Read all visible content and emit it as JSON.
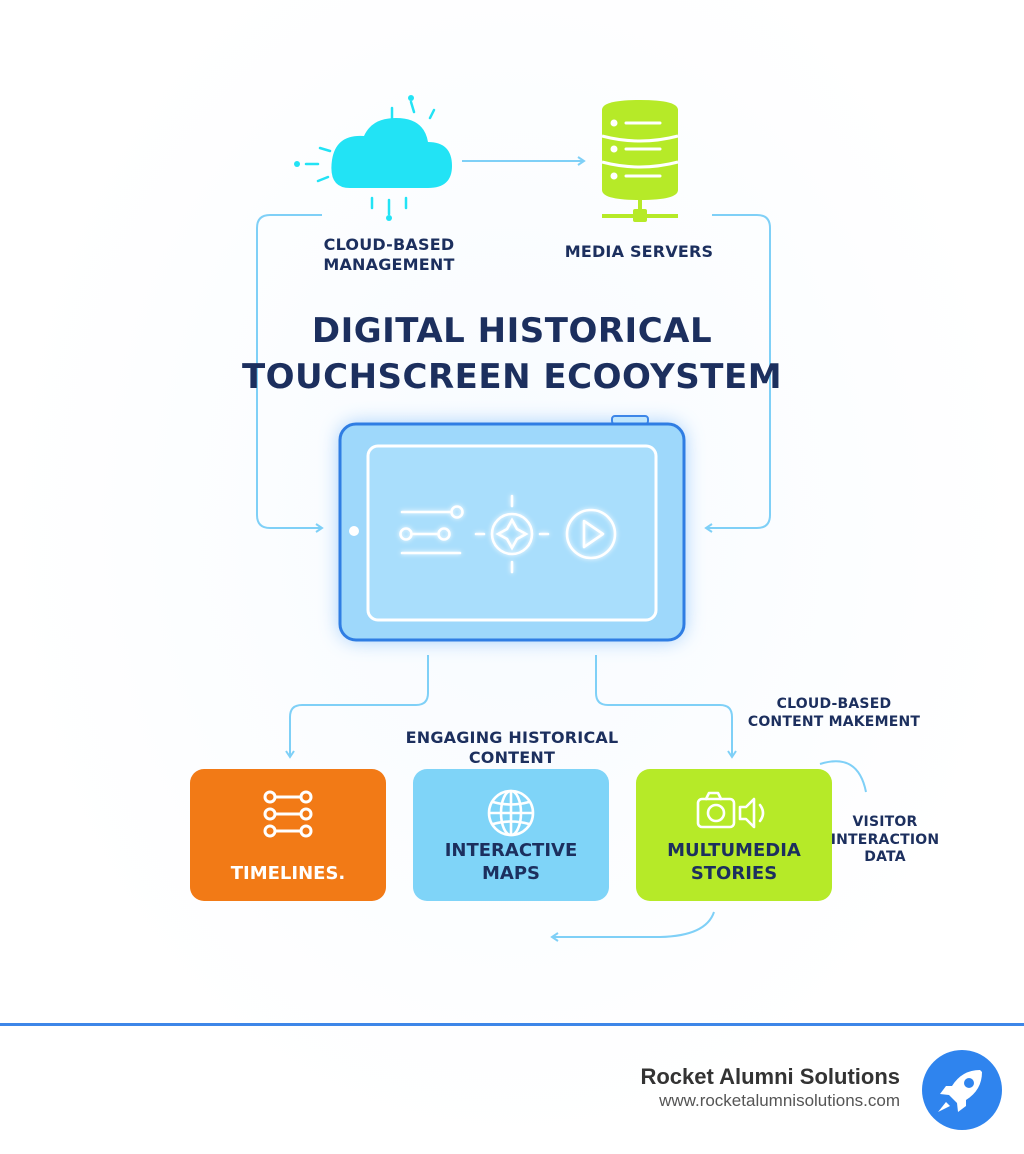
{
  "diagram": {
    "title_line1": "DIGITAL HISTORICAL",
    "title_line2": "TOUCHSCREEN ECOOYSTEM",
    "cloud_label_line1": "CLOUD-BASED",
    "cloud_label_line2": "MANAGEMENT",
    "servers_label": "MEDIA SERVERS",
    "content_label": "ENGAGING HISTORICAL CONTENT",
    "content_mgmt_line1": "CLOUD-BASED",
    "content_mgmt_line2": "CONTENT MAKEMENT",
    "visitor_line1": "VISITOR",
    "visitor_line2": "INTERACTION",
    "visitor_line3": "DATA"
  },
  "cards": [
    {
      "line1": "TIMELINES.",
      "line2": "",
      "color": "#f27a16",
      "text_color": "#ffffff",
      "icon": "timeline-icon"
    },
    {
      "line1": "INTERACTIVE",
      "line2": "MAPS",
      "color": "#7fd4f8",
      "text_color": "#1c2f5e",
      "icon": "globe-icon"
    },
    {
      "line1": "MULTUMEDIA",
      "line2": "STORIES",
      "color": "#b6ea28",
      "text_color": "#1c2f5e",
      "icon": "camera-speaker-icon"
    }
  ],
  "tablet": {
    "icons": [
      "timeline-icon",
      "compass-icon",
      "play-icon"
    ],
    "color": "#9ed8fb"
  },
  "colors": {
    "accent": "#3d86e8",
    "arrow": "#7fd0f7",
    "cloud": "#22e3f5",
    "server": "#b6ea28",
    "text": "#1c2f5e"
  },
  "footer": {
    "brand": "Rocket Alumni Solutions",
    "url": "www.rocketalumnisolutions.com",
    "logo_icon": "rocket-icon"
  }
}
